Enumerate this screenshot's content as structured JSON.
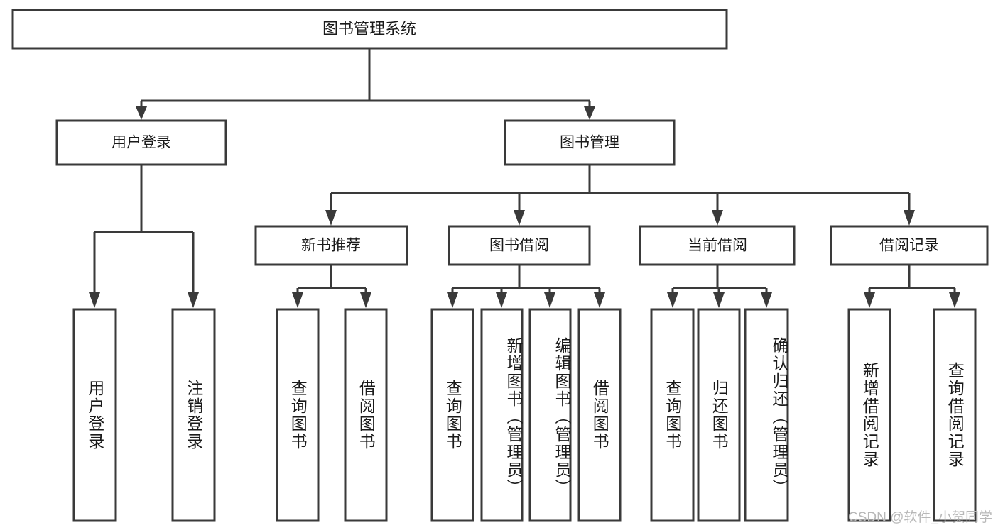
{
  "diagram": {
    "title": "图书管理系统",
    "type": "tree-hierarchy",
    "watermark": "CSDN @软件_小贺同学",
    "colors": {
      "box_stroke": "#3a3a3a",
      "box_fill": "#ffffff",
      "text": "#1a1a1a",
      "background": "#ffffff",
      "watermark": "#b8b8b8"
    },
    "levels": {
      "root": {
        "label": "图书管理系统"
      },
      "level2": [
        {
          "label": "用户登录"
        },
        {
          "label": "图书管理"
        }
      ],
      "level3": [
        {
          "label": "新书推荐"
        },
        {
          "label": "图书借阅"
        },
        {
          "label": "当前借阅"
        },
        {
          "label": "借阅记录"
        }
      ],
      "leaves": {
        "user_login": [
          {
            "label": "用户登录"
          },
          {
            "label": "注销登录"
          }
        ],
        "new_book_recommend": [
          {
            "label": "查询图书"
          },
          {
            "label": "借阅图书"
          }
        ],
        "book_borrow": [
          {
            "label": "查询图书"
          },
          {
            "label": "新增图书（管理员）"
          },
          {
            "label": "编辑图书（管理员）"
          },
          {
            "label": "借阅图书"
          }
        ],
        "current_borrow": [
          {
            "label": "查询图书"
          },
          {
            "label": "归还图书"
          },
          {
            "label": "确认归还（管理员）"
          }
        ],
        "borrow_records": [
          {
            "label": "新增借阅记录"
          },
          {
            "label": "查询借阅记录"
          }
        ]
      }
    }
  }
}
